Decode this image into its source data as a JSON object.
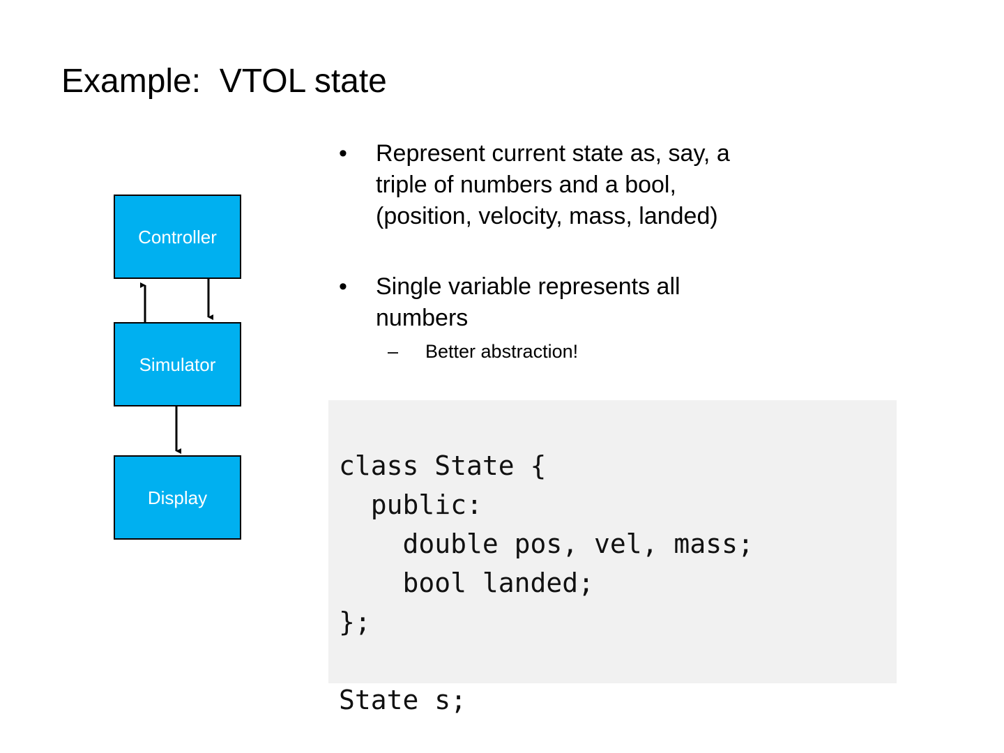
{
  "slide": {
    "title": "Example:  VTOL state"
  },
  "diagram": {
    "name": "vtol-architecture-diagram",
    "box_color": "#00B0F0",
    "label_color": "#FFFFFF",
    "border_color": "#000000",
    "nodes": [
      {
        "id": "controller",
        "label": "Controller"
      },
      {
        "id": "simulator",
        "label": "Simulator"
      },
      {
        "id": "display",
        "label": "Display"
      }
    ],
    "edges": [
      {
        "from": "simulator",
        "to": "controller",
        "direction": "up"
      },
      {
        "from": "controller",
        "to": "simulator",
        "direction": "down"
      },
      {
        "from": "simulator",
        "to": "display",
        "direction": "down"
      }
    ]
  },
  "bullets": [
    {
      "marker": "•",
      "text": "Represent current state as, say, a\ntriple of numbers and a bool,\n(position, velocity, mass, landed)"
    },
    {
      "marker": "•",
      "text": "Single variable represents all\nnumbers",
      "sub": [
        {
          "marker": "–",
          "text": "Better abstraction!"
        }
      ]
    }
  ],
  "code": {
    "background": "#F1F1F1",
    "language": "cpp",
    "text": "class State {\n  public:\n    double pos, vel, mass;\n    bool landed;\n};\n\nState s;"
  }
}
